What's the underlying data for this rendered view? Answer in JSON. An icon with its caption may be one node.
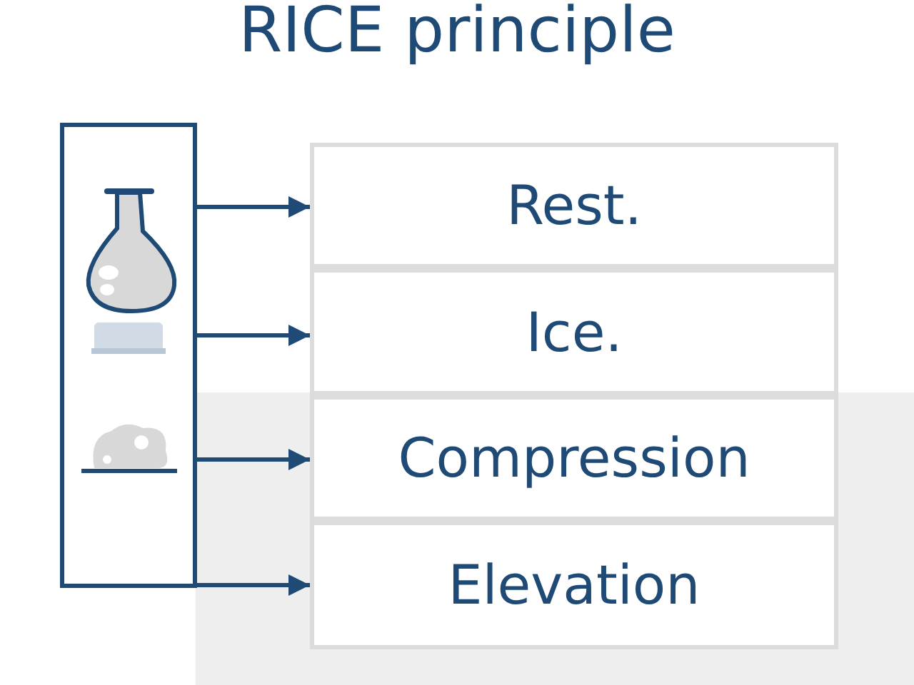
{
  "diagram": {
    "title": "RICE principle",
    "nodes": [
      {
        "text": [],
        "shape": "box"
      },
      {
        "text": [
          "Rest."
        ]
      },
      {
        "text": [
          "Ice."
        ]
      },
      {
        "text": [
          "Compression"
        ]
      },
      {
        "text": [
          "Elevation"
        ]
      }
    ],
    "edges": [
      {
        "from": 0,
        "to": 1,
        "arrow": "to"
      },
      {
        "from": 0,
        "to": 2,
        "arrow": "to"
      },
      {
        "from": 0,
        "to": 3,
        "arrow": "to"
      },
      {
        "from": 0,
        "to": 4,
        "arrow": "to"
      }
    ]
  }
}
